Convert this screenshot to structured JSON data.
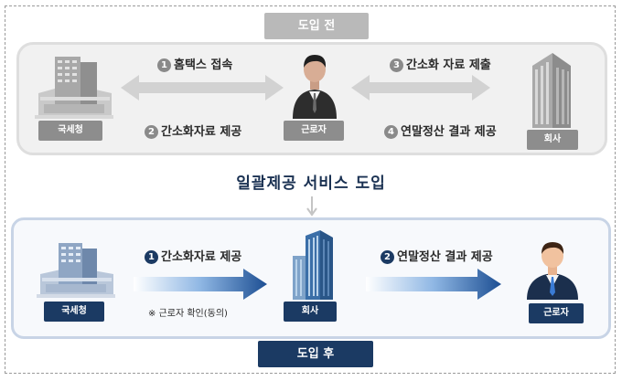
{
  "before": {
    "title": "도입 전",
    "labels": {
      "nts": "국세청",
      "worker": "근로자",
      "company": "회사"
    },
    "steps": [
      {
        "num": "1",
        "text": "홈택스 접속"
      },
      {
        "num": "2",
        "text": "간소화자료 제공"
      },
      {
        "num": "3",
        "text": "간소화 자료 제출"
      },
      {
        "num": "4",
        "text": "연말정산 결과 제공"
      }
    ]
  },
  "middle": {
    "title": "일괄제공 서비스 도입"
  },
  "after": {
    "title": "도입 후",
    "labels": {
      "nts": "국세청",
      "company": "회사",
      "worker": "근로자"
    },
    "steps": [
      {
        "num": "1",
        "text": "간소화자료 제공"
      },
      {
        "num": "2",
        "text": "연말정산 결과 제공"
      }
    ],
    "note": "※ 근로자 확인(동의)"
  },
  "icons": [
    "building-icon",
    "person-icon",
    "tower-icon",
    "arrow-icon"
  ],
  "colors": {
    "navy": "#1b3a63",
    "gray": "#8d8d8d",
    "blue": "#2a6fc0"
  }
}
